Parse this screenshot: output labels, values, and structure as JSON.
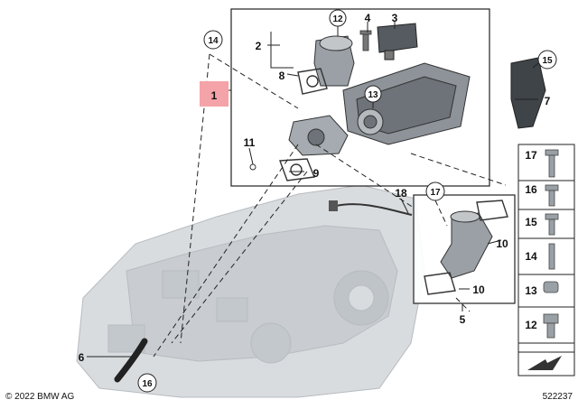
{
  "diagram": {
    "main_part_label": "1",
    "callouts": [
      "2",
      "3",
      "4",
      "5",
      "6",
      "7",
      "8",
      "9",
      "10",
      "10",
      "11",
      "12",
      "13",
      "14",
      "15",
      "16",
      "17",
      "18"
    ],
    "parts_column": [
      "17",
      "16",
      "15",
      "14",
      "13",
      "12"
    ],
    "copyright": "© 2022 BMW AG",
    "diagram_number": "522237",
    "colors": {
      "highlight": "#f4a3a8",
      "line": "#222222",
      "engine": "#cfd3d6"
    }
  }
}
